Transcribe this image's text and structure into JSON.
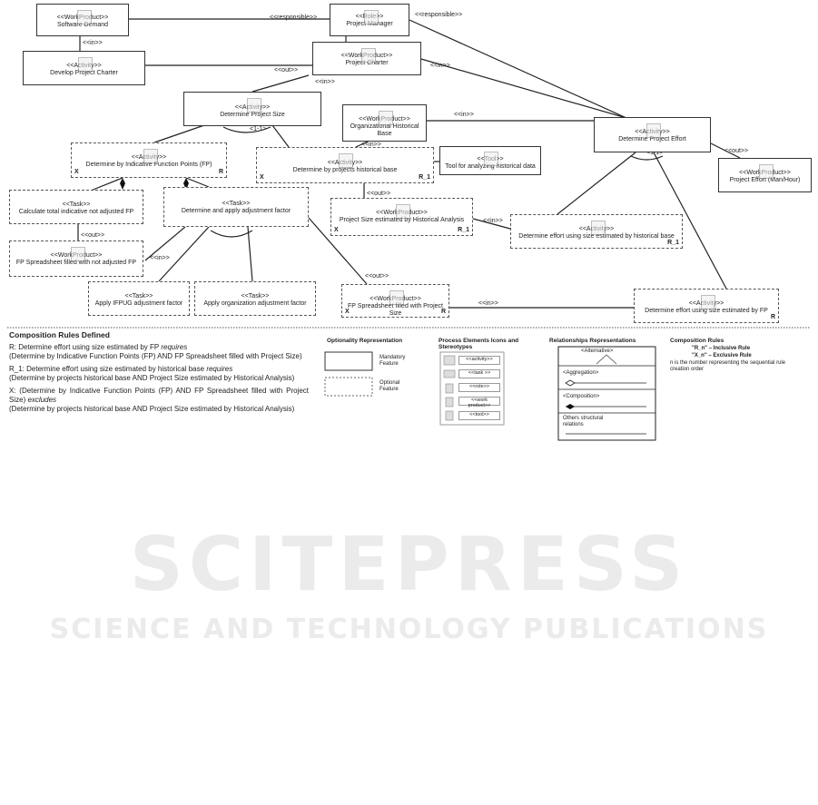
{
  "nodes": {
    "software_demand": {
      "stereo": "<<WorkProduct>>",
      "label": "Software Demand"
    },
    "project_manager": {
      "stereo": "<<Role>>",
      "label": "Project Manager"
    },
    "develop_charter": {
      "stereo": "<<Activity>>",
      "label": "Develop Project Charter"
    },
    "project_charter": {
      "stereo": "<<WorkProduct>>",
      "label": "Project Charter"
    },
    "determine_size": {
      "stereo": "<<Activity>>",
      "label": "Determine Project Size"
    },
    "org_hist_base": {
      "stereo": "<<WorkProduct>>",
      "label": "Organizational Historical Base"
    },
    "determine_effort": {
      "stereo": "<<Activity>>",
      "label": "Determine Project Effort"
    },
    "by_fp": {
      "stereo": "<<Activity>>",
      "label": "Determine by Indicative Function Points (FP)",
      "flag_left": "X",
      "flag_right": "R"
    },
    "by_hist": {
      "stereo": "<<Activity>>",
      "label": "Determine by projects historical base",
      "flag_left": "X",
      "flag_right": "R_1"
    },
    "tool": {
      "stereo": "<<Tool>>",
      "label": "Tool for analyzing historical data"
    },
    "project_effort": {
      "stereo": "<<WorkProduct>>",
      "label": "Project Effort (Man/Hour)"
    },
    "calc_fp": {
      "stereo": "<<Task>>",
      "label": "Calculate total indicative not adjusted FP"
    },
    "adj_factor": {
      "stereo": "<<Task>>",
      "label": "Determine and apply adjustment factor"
    },
    "size_hist": {
      "stereo": "<<WorkProduct>>",
      "label": "Project Size estimated by Historical Analysis",
      "flag_left": "X",
      "flag_right": "R_1"
    },
    "effort_hist": {
      "stereo": "<<Activity>>",
      "label": "Determine effort using size estimated by historical base",
      "flag_right": "R_1"
    },
    "fp_sheet_not_adj": {
      "stereo": "<<WorkProduct>>",
      "label": "FP Spreadsheet filled with not adjusted FP"
    },
    "ifpug": {
      "stereo": "<<Task>>",
      "label": "Apply IFPUG adjustment factor"
    },
    "org_adj": {
      "stereo": "<<Task>>",
      "label": "Apply organization adjustment factor"
    },
    "fp_sheet_size": {
      "stereo": "<<WorkProduct>>",
      "label": "FP Spreadsheet filled with Project Size",
      "flag_left": "X",
      "flag_right": "R"
    },
    "effort_fp": {
      "stereo": "<<Activity>>",
      "label": "Determine effort using size estimated by FP",
      "flag_right": "R"
    }
  },
  "edges": {
    "responsible": "<<responsible>>",
    "in": "<<in>>",
    "out": "<<out>>",
    "rule": "<1-1>"
  },
  "rules": {
    "heading": "Composition Rules Defined",
    "r_prefix": "R: Determine effort using size estimated by FP",
    "r_word": "requires",
    "r_body": "(Determine by Indicative Function Points (FP) AND FP Spreadsheet filled with Project Size)",
    "r1_prefix": "R_1: Determine effort using size estimated by historical base",
    "r1_word": "requires",
    "r1_body": "(Determine by projects historical base AND Project Size estimated by Historical Analysis)",
    "x_prefix": "X: (Determine by Indicative Function Points (FP) AND FP Spreadsheet filled with Project Size)",
    "x_word": "excludes",
    "x_body": "(Determine by projects historical base AND Project Size estimated by Historical Analysis)"
  },
  "optionality": {
    "title": "Optionality Representation",
    "mandatory": "Mandatory Feature",
    "optional": "Optional Feature"
  },
  "process": {
    "title": "Process Elements Icons and Stereotypes",
    "items": [
      "<<activity>>",
      "<<task >>",
      "<<role>>",
      "<<work product>>",
      "<<tool>>"
    ]
  },
  "relationships": {
    "title": "Relationships Representations",
    "alternative": "<Alternative>",
    "aggregation": "<Aggregation>",
    "composition": "<Composition>",
    "others": "Others structural relations"
  },
  "composition_rules": {
    "title": "Composition Rules",
    "inclusive": "\"R_n\" – Inclusive Rule",
    "exclusive": "\"X_n\" – Exclusive Rule",
    "note": "n is the number representing the sequential rule creation order"
  },
  "watermark": {
    "main": "SCITEPRESS",
    "sub": "SCIENCE AND TECHNOLOGY PUBLICATIONS"
  }
}
